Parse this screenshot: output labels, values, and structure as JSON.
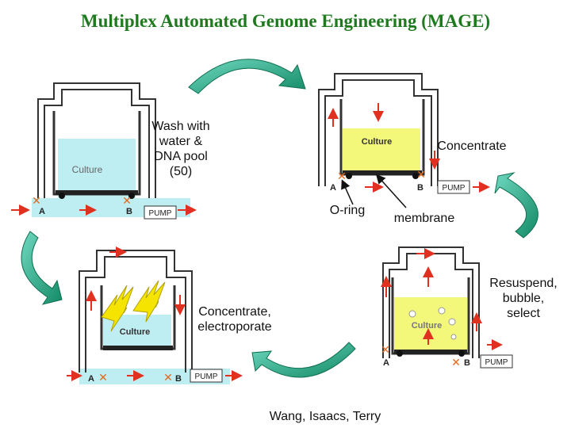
{
  "title": "Multiplex Automated Genome Engineering (MAGE)",
  "labels": {
    "wash": "Wash with\nwater &\nDNA pool\n(50)",
    "concentrate": "Concentrate",
    "oring": "O-ring",
    "membrane": "membrane",
    "resuspend": "Resuspend,\nbubble,\nselect",
    "electroporate": "Concentrate,\nelectroporate",
    "credit": "Wang, Isaacs, Terry"
  },
  "panels": {
    "wash": {
      "culture": "Culture",
      "port_a": "A",
      "port_b": "B",
      "pump": "PUMP"
    },
    "concentrate": {
      "culture": "Culture",
      "port_a": "A",
      "port_b": "B",
      "pump": "PUMP"
    },
    "electroporate": {
      "culture": "Culture",
      "port_a": "A",
      "port_b": "B",
      "pump": "PUMP"
    },
    "resuspend": {
      "culture": "Culture",
      "port_a": "A",
      "port_b": "B",
      "pump": "PUMP"
    }
  },
  "colors": {
    "title": "#1f7a1f",
    "water": "#bfeef2",
    "yellow_culture": "#f3f77a",
    "cycle_arrow": "#1fa37a",
    "flow_arrow": "#e03020"
  }
}
